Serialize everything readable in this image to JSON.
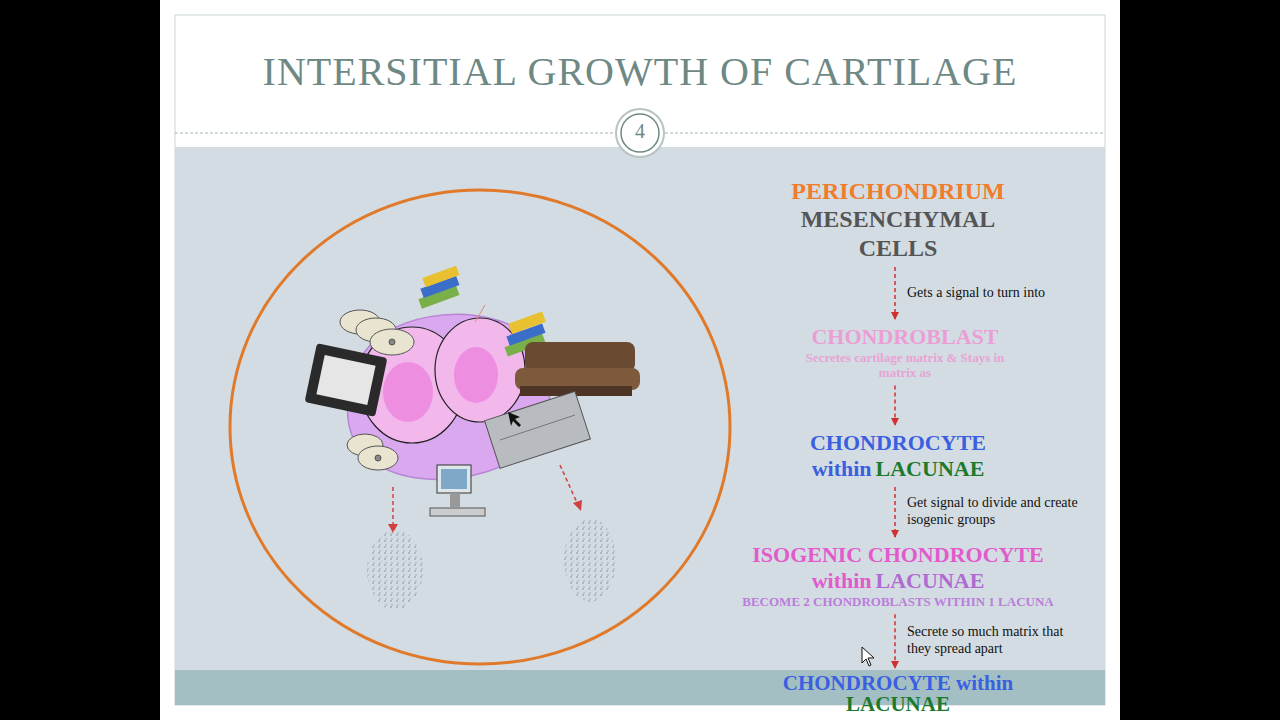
{
  "diagram": {
    "title": "INTERSITIAL GROWTH OF CARTILAGE",
    "nodes": [
      {
        "text": [
          "PERICHONDRIUM",
          "MESENCHYMAL CELLS"
        ]
      },
      {
        "text": [
          "CHONDROBLAST",
          "Secretes cartilage matrix & Stays in matrix as"
        ]
      },
      {
        "text": [
          "CHONDROCYTE within",
          "LACUNAE"
        ]
      },
      {
        "text": [
          "ISOGENIC CHONDROCYTE within",
          "LACUNAE",
          "BECOME 2 CHONDROBLASTS WITHIN 1 LACUNA"
        ]
      },
      {
        "text": [
          "CHONDROCYTE within",
          "LACUNAE"
        ]
      }
    ],
    "edges": [
      {
        "from": 0,
        "to": 1,
        "arrow": "to",
        "label": "Gets a signal to turn into"
      },
      {
        "from": 1,
        "to": 2,
        "arrow": "to"
      },
      {
        "from": 2,
        "to": 3,
        "arrow": "to",
        "label": "Get signal to divide and create isogenic groups"
      },
      {
        "from": 3,
        "to": 4,
        "arrow": "to",
        "label": "Secrete so much matrix that they spread apart"
      }
    ],
    "labels": [
      "4"
    ]
  }
}
